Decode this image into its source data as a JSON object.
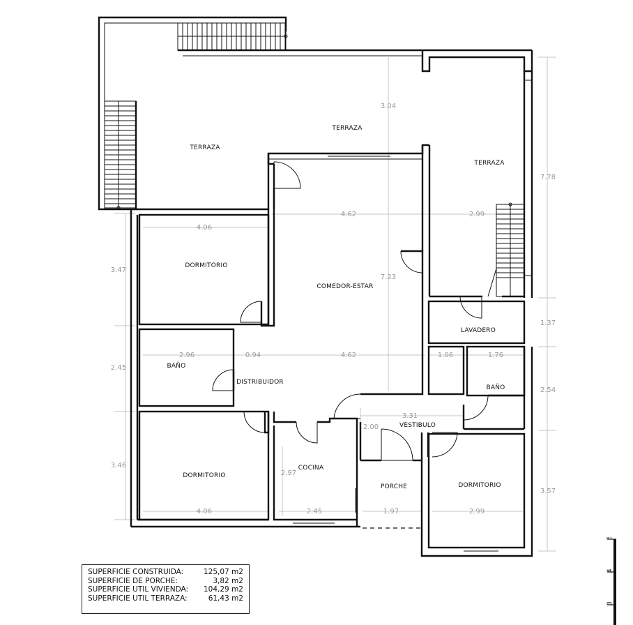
{
  "rooms": {
    "terraza_left": "TERRAZA",
    "terraza_center": "TERRAZA",
    "terraza_right": "TERRAZA",
    "dormitorio_top": "DORMITORIO",
    "comedor_estar": "COMEDOR-ESTAR",
    "lavadero": "LAVADERO",
    "bano_left": "BAÑO",
    "distribuidor": "DISTRIBUIDOR",
    "bano_right": "BAÑO",
    "vestibulo": "VESTIBULO",
    "dormitorio_bottom_left": "DORMITORIO",
    "cocina": "COCINA",
    "porche": "PORCHE",
    "dormitorio_bottom_right": "DORMITORIO"
  },
  "dimensions": {
    "terraza_depth": "3.04",
    "terraza_width_right": "7.78",
    "comedor_width_top": "4.62",
    "terraza_right_width": "2.99",
    "dormitorio_top_width": "4.06",
    "dormitorio_top_depth": "3.47",
    "comedor_depth": "7.23",
    "lavadero_depth": "1.37",
    "bano_left_width": "2.96",
    "pasillo_width": "0.94",
    "comedor_width_bottom": "4.62",
    "hueco_width": "1.06",
    "bano_right_width": "1.76",
    "bano_left_depth": "2.45",
    "bano_right_depth": "2.54",
    "vestibulo_width": "3.31",
    "vestibulo_depth": "2.00",
    "dormitorio_bottom_left_depth": "3.46",
    "cocina_depth": "2.97",
    "dormitorio_bottom_right_depth": "3.57",
    "dormitorio_bottom_left_width": "4.06",
    "cocina_width": "2.45",
    "porche_width": "1.97",
    "dormitorio_bottom_right_width": "2.99"
  },
  "summary": [
    {
      "label": "SUPERFICIE CONSTRUIDA:",
      "value": "125,07 m2"
    },
    {
      "label": "SUPERFICIE DE PORCHE:",
      "value": "3,82 m2"
    },
    {
      "label": "SUPERFICIE UTIL VIVIENDA:",
      "value": "104,29 m2"
    },
    {
      "label": "SUPERFICIE UTIL TERRAZA:",
      "value": "61,43 m2"
    }
  ],
  "scale": {
    "tick_5": "5",
    "tick_4": "4",
    "tick_3": "3"
  }
}
